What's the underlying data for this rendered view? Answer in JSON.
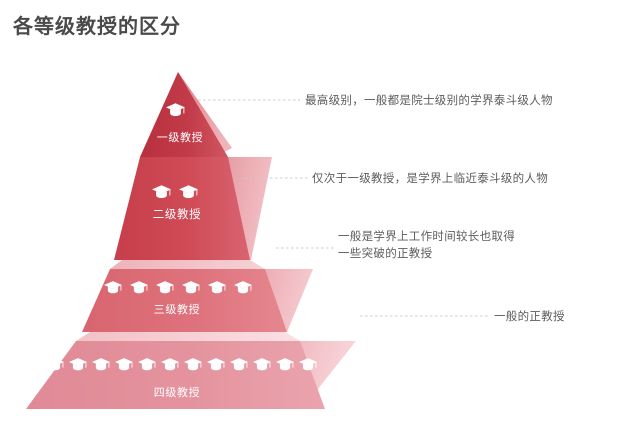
{
  "page": {
    "title": "各等级教授的区分",
    "background_color": "#ffffff",
    "title_color": "#4a4a4a"
  },
  "chart_data": {
    "type": "pyramid",
    "title": "各等级教授的区分",
    "orientation": "apex-up",
    "levels": [
      {
        "rank": 1,
        "label": "一级教授",
        "cap_count": 1,
        "description": "最高级别，一般都是院士级别的学界泰斗级人物",
        "face_color": "#BE3744",
        "side_color": "#E0868E",
        "label_color": "#ffffff"
      },
      {
        "rank": 2,
        "label": "二级教授",
        "cap_count": 2,
        "description": "仅次于一级教授，是学界上临近泰斗级的人物",
        "face_color": "#CC4450",
        "side_color": "#E59AA0",
        "label_color": "#ffffff"
      },
      {
        "rank": 3,
        "label": "三级教授",
        "cap_count": 6,
        "description": "一般是学界上工作时间较长也取得\n一些突破的正教授",
        "face_color": "#DC6E78",
        "side_color": "#EDA9AF",
        "label_color": "#ffffff"
      },
      {
        "rank": 4,
        "label": "四级教授",
        "cap_count": 12,
        "description": "一般的正教授",
        "face_color": "#E28E9A",
        "side_color": "#F0B8BF",
        "label_color": "#ffffff"
      }
    ],
    "icon": "graduation-cap-icon",
    "connector_style": "dotted",
    "connector_color": "#c9c9c9",
    "annotation_color": "#5c5c5c"
  }
}
